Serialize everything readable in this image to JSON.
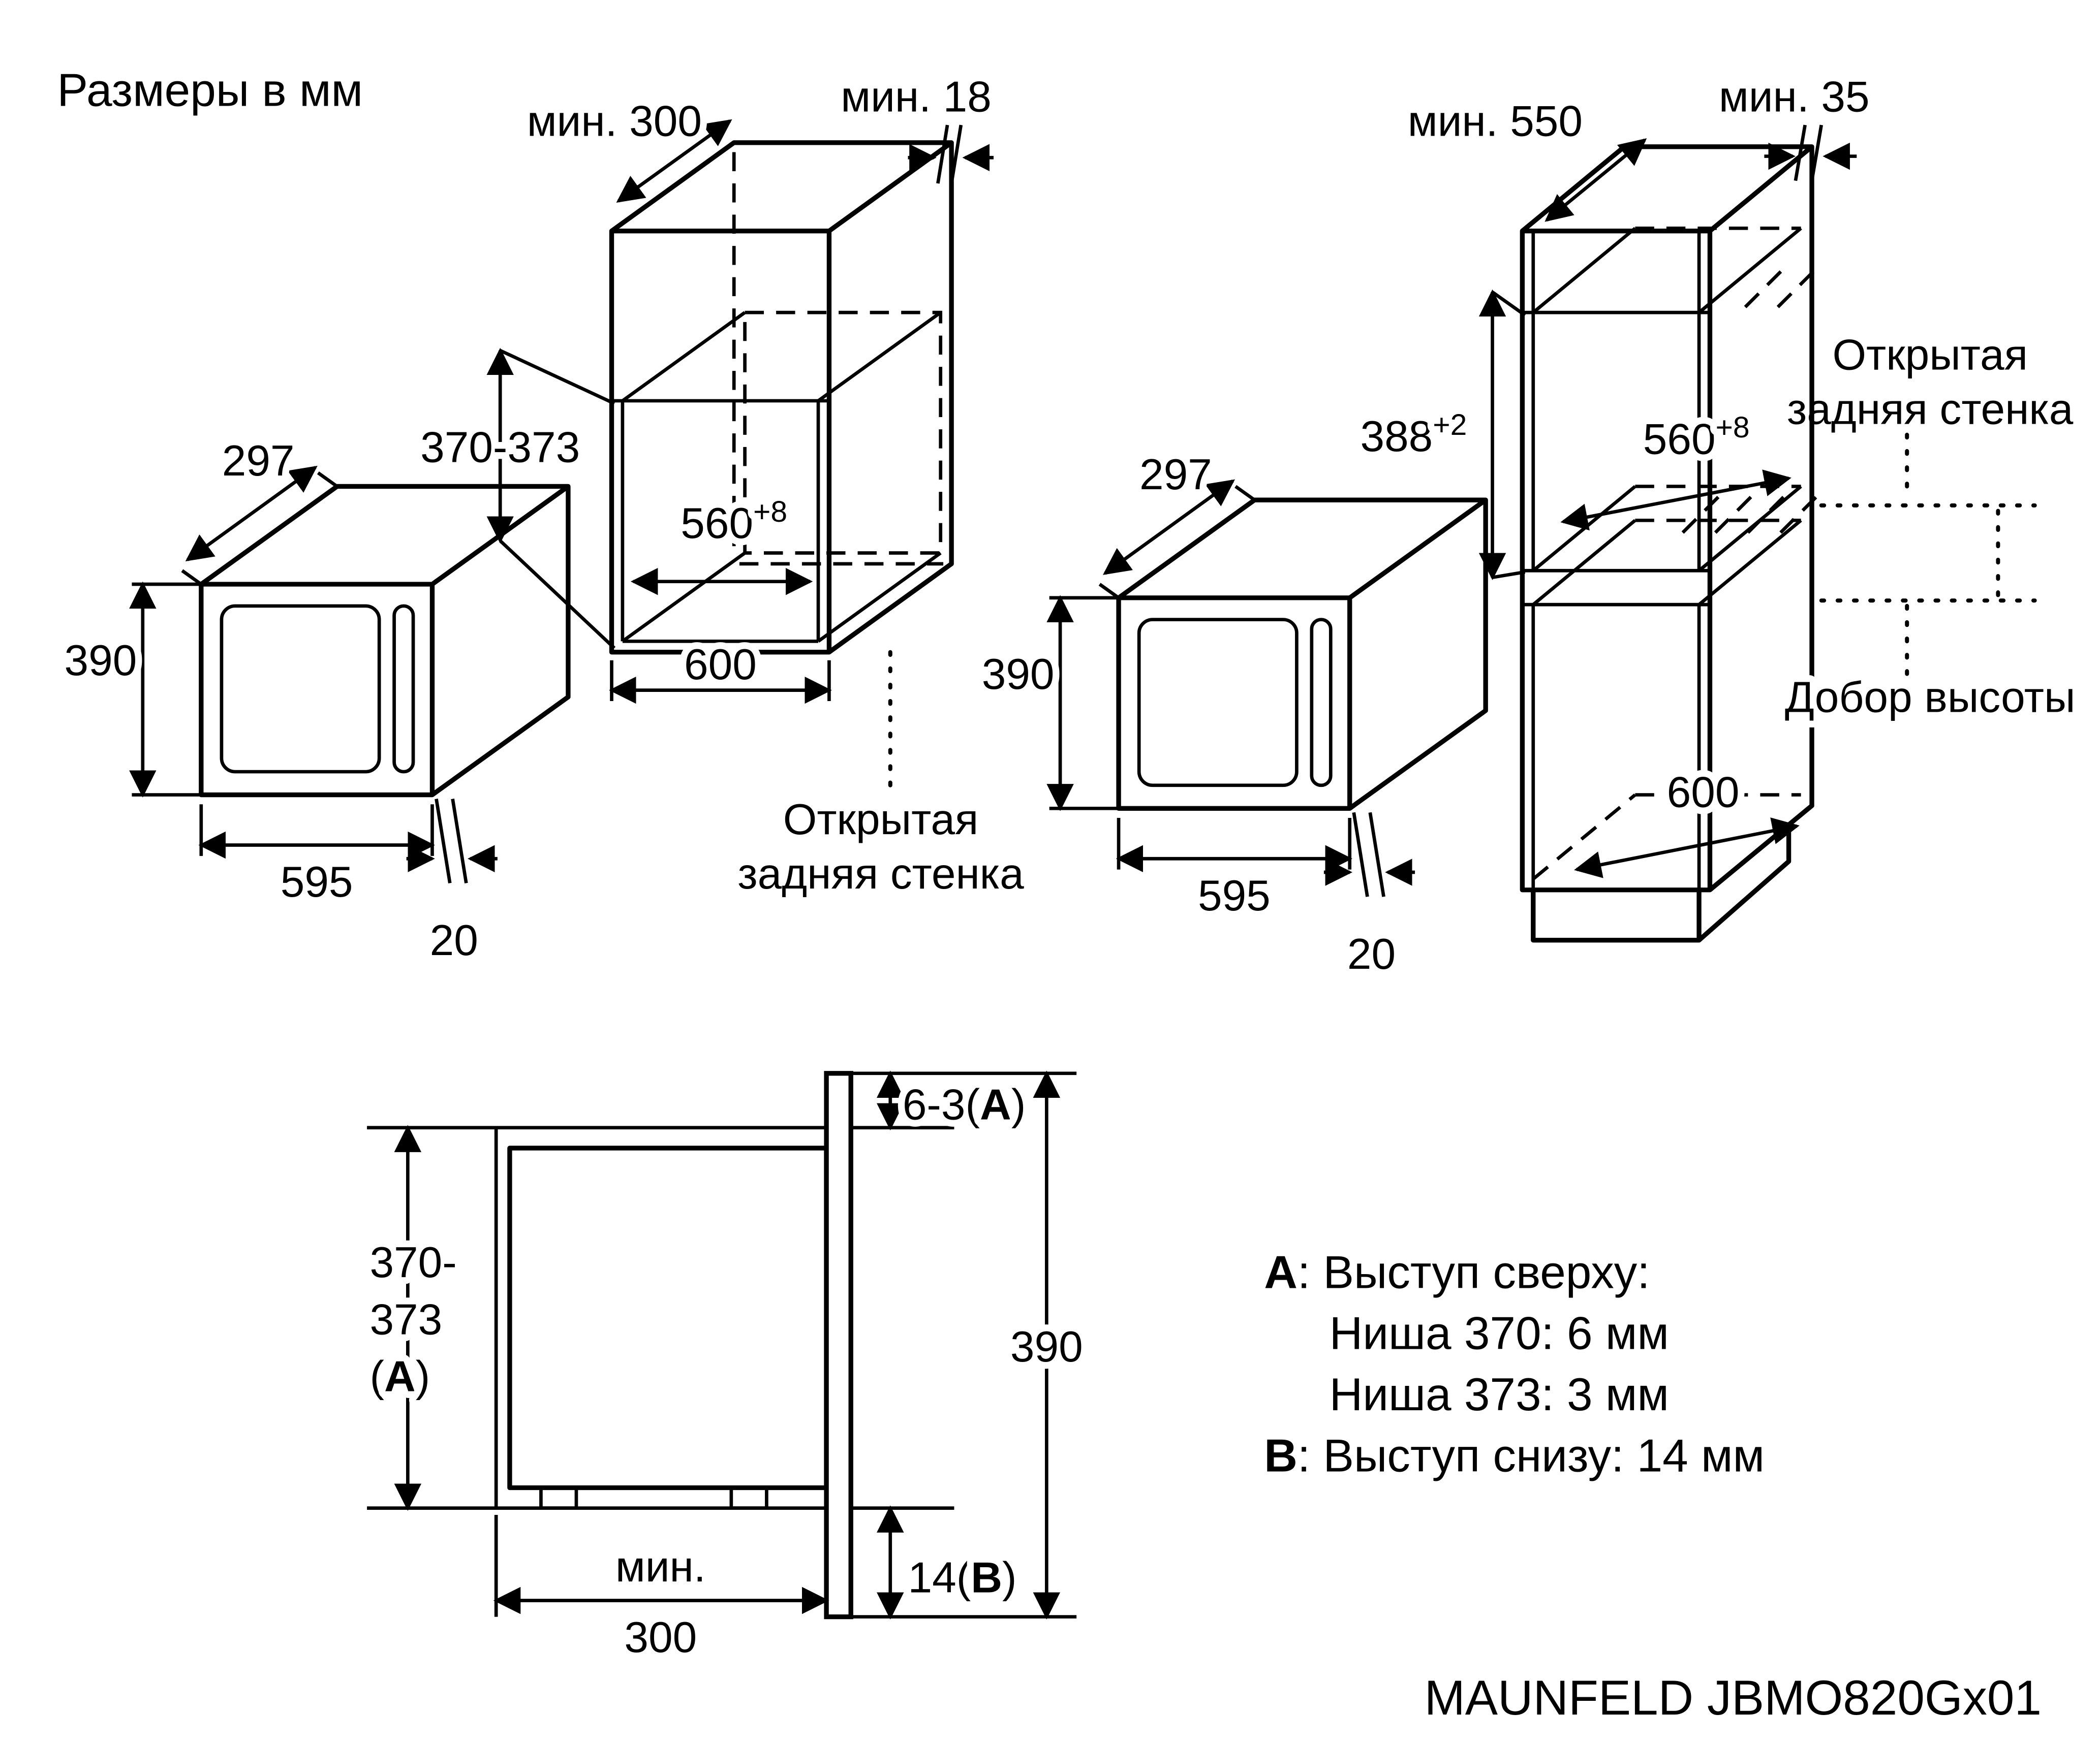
{
  "title": "Размеры в мм",
  "brand": "MAUNFELD JBMO820Gx01",
  "microwave": {
    "depth": "297",
    "height": "390",
    "width": "595",
    "door": "20"
  },
  "wall_cabinet": {
    "min_top": "мин. 300",
    "min_side": "мин. 18",
    "niche_height": "370-373",
    "niche_width": {
      "base": "560",
      "sup": "+8"
    },
    "outer_width": "600",
    "open_back": [
      "Открытая",
      "задняя стенка"
    ]
  },
  "tall_cabinet": {
    "min_depth": "мин. 550",
    "min_side": "мин. 35",
    "niche_height": {
      "base": "388",
      "sup": "+2"
    },
    "niche_width": {
      "base": "560",
      "sup": "+8"
    },
    "depth": "600",
    "open_back": [
      "Открытая",
      "задняя стенка"
    ],
    "height_filler": "Добор высоты"
  },
  "section": {
    "gap_top": {
      "pre": "6-3(",
      "bold": "A",
      "post": ")"
    },
    "niche_height_l1": "370-",
    "niche_height_l2": "373",
    "niche_height_l3": {
      "pre": "(",
      "bold": "A",
      "post": ")"
    },
    "front_height": "390",
    "gap_bottom": {
      "pre": "14(",
      "bold": "B",
      "post": ")"
    },
    "min_depth": [
      "мин.",
      "300"
    ]
  },
  "notes": [
    {
      "bold": "A",
      "text": ": Выступ сверху:"
    },
    {
      "text": "Ниша 370: 6 мм"
    },
    {
      "text": "Ниша 373: 3 мм"
    },
    {
      "bold": "B",
      "text": ": Выступ снизу: 14 мм"
    }
  ]
}
